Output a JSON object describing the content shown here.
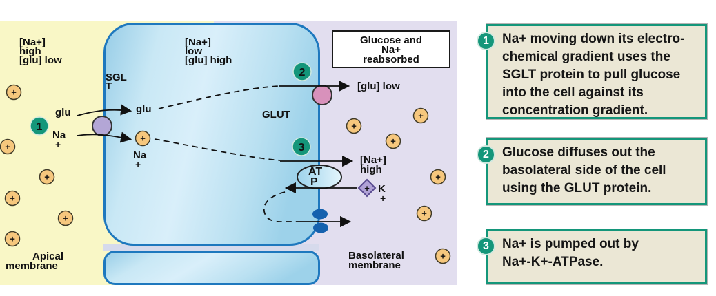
{
  "colors": {
    "teal_accent": "#14967a",
    "note_bg": "#ebe7d5",
    "lumen_bg": "#f9f7c6",
    "interstitium_bg": "#e2deef",
    "cell_fill": "#bfe2f1",
    "cell_border": "#1e78be",
    "ion_fill": "#f6c77d",
    "sglt_fill": "#b3a6d6",
    "glut_fill": "#d891bb",
    "k_ion_fill": "#b0a2d6",
    "channel_fill": "#1561ae",
    "atp_fill": "#bfe4f4"
  },
  "diagram": {
    "lumen_conditions": [
      "[Na+]",
      "high",
      "[glu] low"
    ],
    "cell_conditions": [
      "[Na+]",
      "low",
      "[glu] high"
    ],
    "sglt_label": [
      "SGL",
      "T"
    ],
    "glut_label": "GLUT",
    "reabsorbed_box": [
      "Glucose and",
      "Na+",
      "reabsorbed"
    ],
    "glu_low_label": "[glu] low",
    "na_high_label": [
      "[Na+]",
      "high"
    ],
    "glu_lumen": "glu",
    "na_lumen": [
      "Na",
      "+"
    ],
    "glu_cell": "glu",
    "na_cell": [
      "Na",
      "+"
    ],
    "atp_label": [
      "AT",
      "P"
    ],
    "k_label": [
      "K",
      "+"
    ],
    "plus": "+",
    "apical_label": [
      "Apical",
      "membrane"
    ],
    "basolateral_label": [
      "Basolateral",
      "membrane"
    ],
    "steps": [
      "1",
      "2",
      "3"
    ]
  },
  "notes": [
    {
      "num": "1",
      "lines": [
        "Na+ moving down its electro-",
        "chemical gradient uses the",
        "SGLT protein to pull glucose",
        "into the cell against its",
        "concentration gradient."
      ]
    },
    {
      "num": "2",
      "lines": [
        "Glucose diffuses out the",
        "basolateral side of the cell",
        "using the GLUT protein."
      ]
    },
    {
      "num": "3",
      "lines": [
        "Na+ is pumped out by",
        "Na+-K+-ATPase."
      ]
    }
  ]
}
